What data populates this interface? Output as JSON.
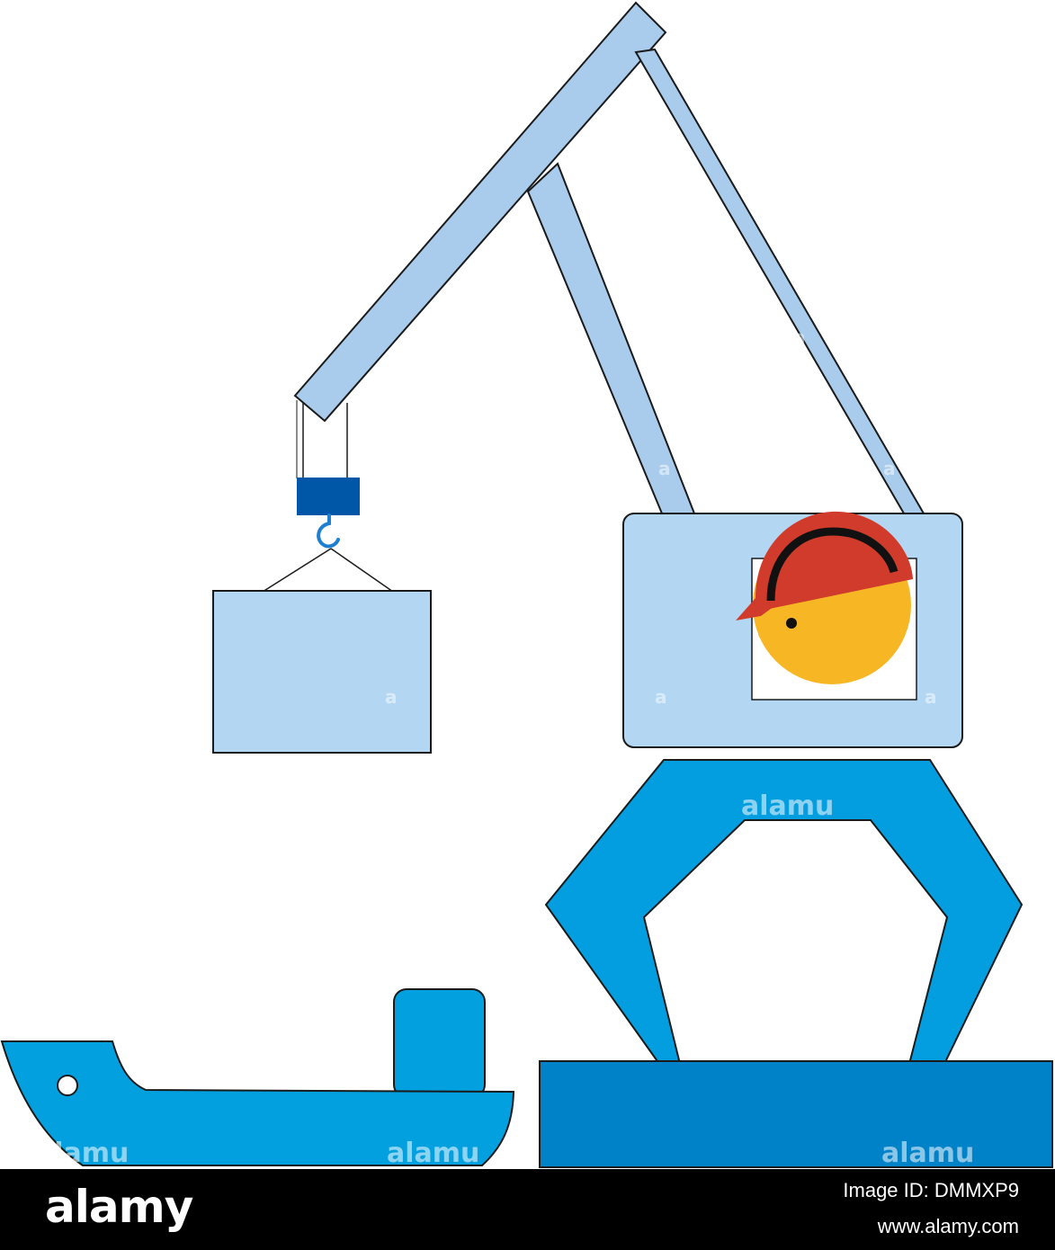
{
  "illustration": {
    "colors": {
      "outline": "#1a1a1a",
      "boom": "#a9ccec",
      "cab": "#b3d7f2",
      "load": "#b3d7f2",
      "legs": "#039ee0",
      "base": "#0082c8",
      "ship": "#03a0e0",
      "hook_block": "#0057a8",
      "hook": "#1f7fd0",
      "helmet": "#d13b2b",
      "helmet_band": "#111111",
      "face": "#f7b725",
      "window": "#ffffff"
    },
    "watermarks": {
      "main": "alamu",
      "small": "a"
    }
  },
  "footer": {
    "logo": "alamy",
    "image_id": "Image ID: DMMXP9",
    "url": "www.alamy.com"
  }
}
